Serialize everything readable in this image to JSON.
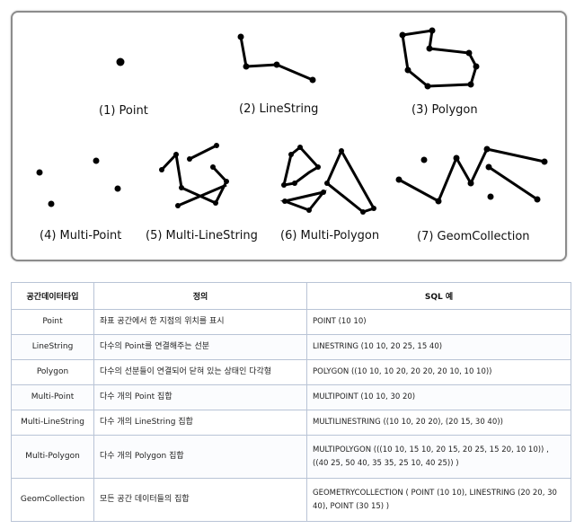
{
  "figure": {
    "captions": [
      "(1) Point",
      "(2) LineString",
      "(3) Polygon",
      "(4) Multi-Point",
      "(5) Multi-LineString",
      "(6) Multi-Polygon",
      "(7) GeomCollection"
    ]
  },
  "table": {
    "headers": [
      "공간데이터타입",
      "정의",
      "SQL 예"
    ],
    "rows": [
      {
        "type": "Point",
        "definition": "좌표 공간에서 한 지점의 위치를 표시",
        "sql": "POINT (10 10)"
      },
      {
        "type": "LineString",
        "definition": "다수의 Point를 연결해주는 선분",
        "sql": "LINESTRING (10 10, 20 25, 15 40)"
      },
      {
        "type": "Polygon",
        "definition": "다수의 선분들이 연결되어 닫혀 있는 상태인 다각형",
        "sql": "POLYGON ((10 10, 10 20, 20 20, 20 10, 10 10))"
      },
      {
        "type": "Multi-Point",
        "definition": "다수 개의 Point 집합",
        "sql": "MULTIPOINT (10 10, 30 20)"
      },
      {
        "type": "Multi-LineString",
        "definition": "다수 개의 LineString 집합",
        "sql": "MULTILINESTRING ((10 10, 20 20), (20 15, 30 40))"
      },
      {
        "type": "Multi-Polygon",
        "definition": "다수 개의 Polygon 집합",
        "sql": "MULTIPOLYGON (((10 10, 15 10, 20 15, 20 25, 15 20, 10 10)) , ((40 25, 50 40, 35 35, 25 10, 40 25)) )"
      },
      {
        "type": "GeomCollection",
        "definition": "모든 공간 데이터들의 집합",
        "sql": "GEOMETRYCOLLECTION ( POINT (10 10), LINESTRING (20 20, 30 40), POINT (30 15) )"
      }
    ]
  }
}
